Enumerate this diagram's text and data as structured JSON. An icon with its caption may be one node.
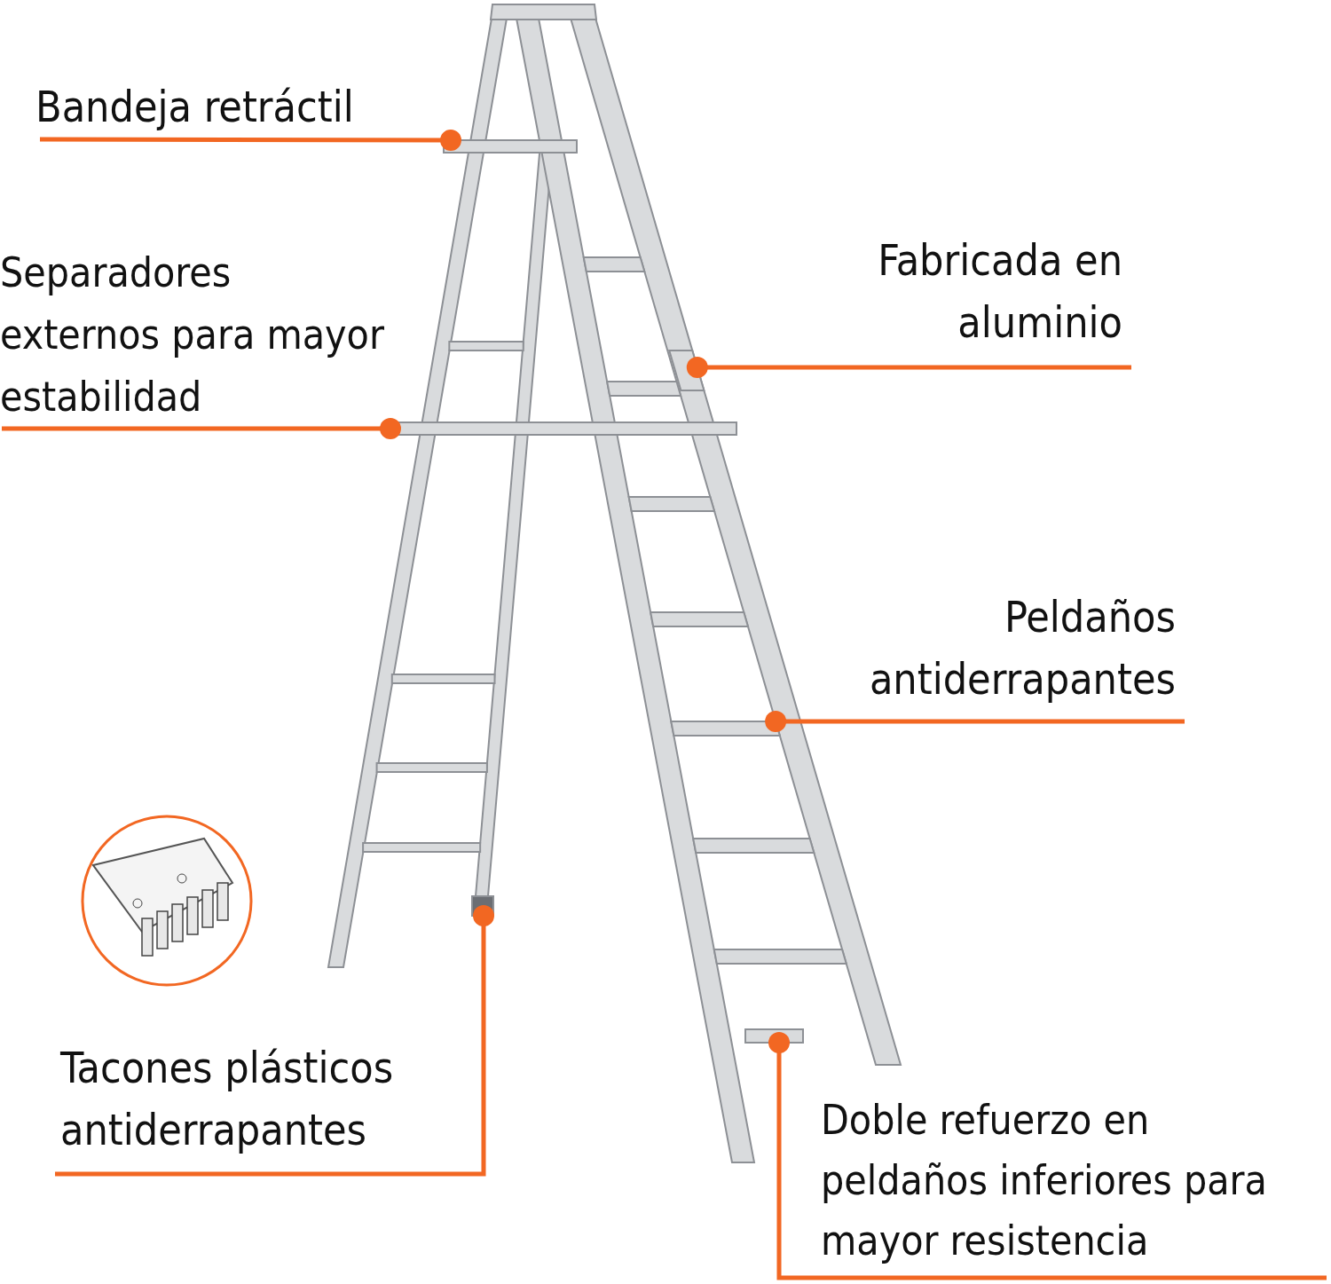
{
  "diagram": {
    "nodes": [
      {
        "text": [
          "Bandeja retráctil"
        ]
      },
      {
        "text": [
          "Separadores externos para mayor estabilidad"
        ]
      },
      {
        "text": [
          "Fabricada en aluminio"
        ]
      },
      {
        "text": [
          "Peldaños antiderrapantes"
        ]
      },
      {
        "text": [
          "Tacones plásticos antiderrapantes"
        ]
      },
      {
        "text": [
          "Doble refuerzo en peldaños inferiores para mayor resistencia"
        ]
      },
      {
        "text": [],
        "shape": "bar"
      },
      {
        "text": [],
        "shape": "bar"
      },
      {
        "text": [],
        "shape": "bar"
      },
      {
        "text": [],
        "shape": "bar"
      },
      {
        "text": [],
        "shape": "box"
      },
      {
        "text": [],
        "shape": "bar"
      }
    ],
    "edges": [
      {
        "from": 0,
        "to": 6,
        "arrow": "other"
      },
      {
        "from": 1,
        "to": 8,
        "arrow": "other"
      },
      {
        "from": 2,
        "to": 7,
        "arrow": "other"
      },
      {
        "from": 3,
        "to": 9,
        "arrow": "other"
      },
      {
        "from": 4,
        "to": 10,
        "arrow": "other"
      },
      {
        "from": 5,
        "to": 11,
        "arrow": "other"
      }
    ]
  }
}
